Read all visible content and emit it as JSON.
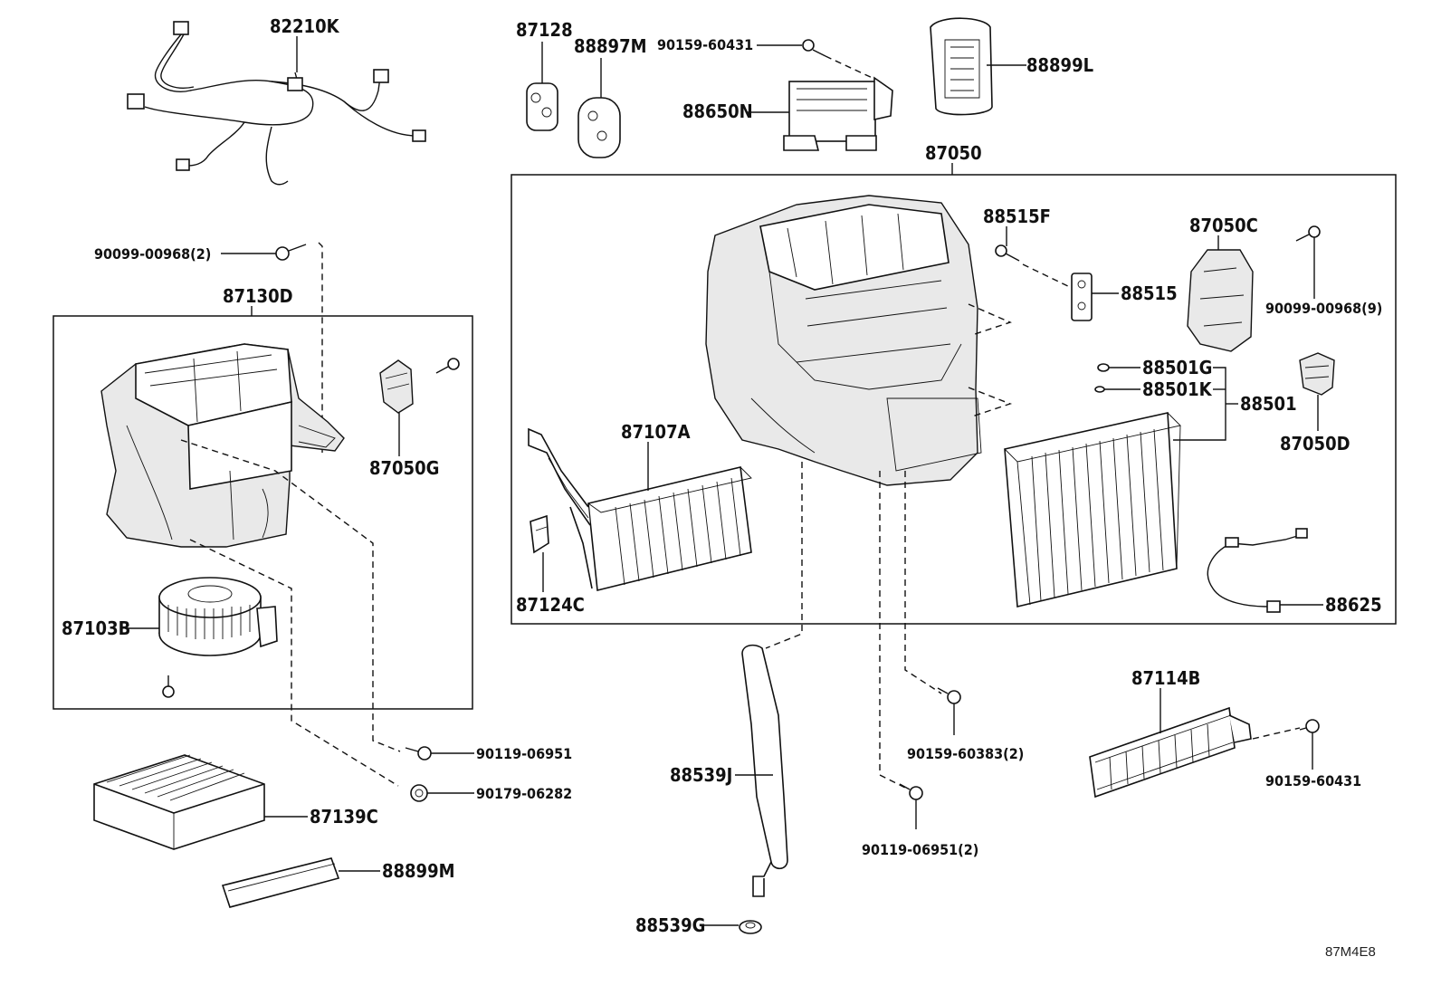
{
  "diagram": {
    "reference_code": "87M4E8",
    "labels": {
      "p82210K": "82210K",
      "p87128": "87128",
      "p88897M": "88897M",
      "p90159_60431_top": "90159-60431",
      "p88650N": "88650N",
      "p88899L": "88899L",
      "p87050": "87050",
      "p90099_00968_2": "90099-00968(2)",
      "p87130D": "87130D",
      "p87050G": "87050G",
      "p87103B": "87103B",
      "p88515F": "88515F",
      "p88515": "88515",
      "p87050C": "87050C",
      "p90099_00968_9": "90099-00968(9)",
      "p88501G": "88501G",
      "p88501K": "88501K",
      "p88501": "88501",
      "p87050D": "87050D",
      "p87107A": "87107A",
      "p87124C": "87124C",
      "p88625": "88625",
      "p90119_06951": "90119-06951",
      "p90179_06282": "90179-06282",
      "p87139C": "87139C",
      "p88899M": "88899M",
      "p88539J": "88539J",
      "p88539G": "88539G",
      "p90159_60383_2": "90159-60383(2)",
      "p90119_06951_2": "90119-06951(2)",
      "p87114B": "87114B",
      "p90159_60431_right": "90159-60431"
    }
  }
}
